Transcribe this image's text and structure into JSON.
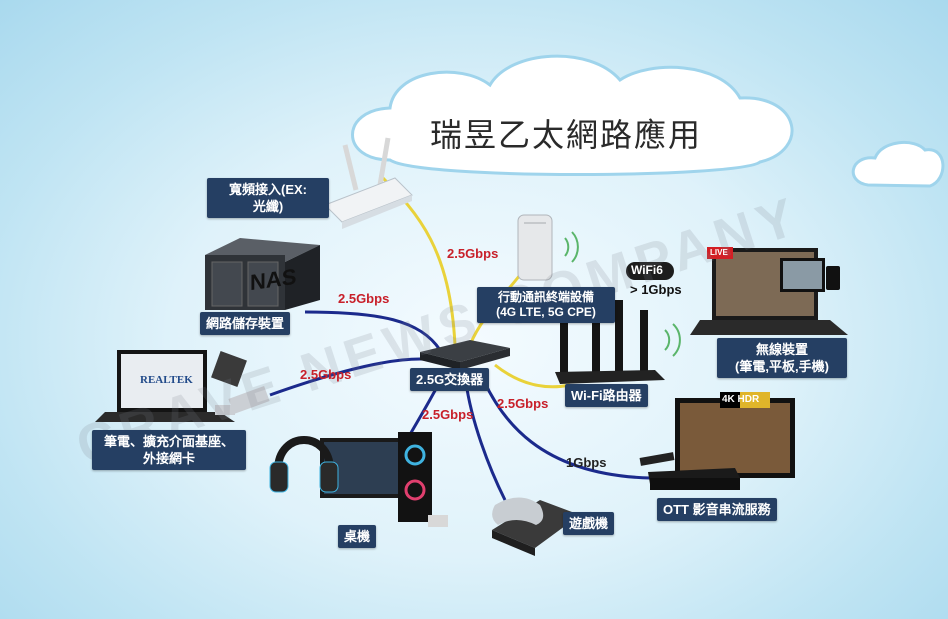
{
  "title": "瑞昱乙太網路應用",
  "hub_label": "2.5G交換器",
  "nodes": {
    "broadband": "寬頻接入(EX:\n光纖)",
    "nas": "網路儲存裝置",
    "nas_badge": "NAS",
    "laptop_nic": "筆電、擴充介面基座、\n外接網卡",
    "realtek_badge": "REALTEK",
    "desktop": "桌機",
    "console": "遊戲機",
    "cellular": "行動通訊終端設備\n(4G LTE, 5G CPE)",
    "wifi_router": "Wi-Fi路由器",
    "wireless": "無線裝置\n(筆電,平板,手機)",
    "ott": "OTT 影音串流服務",
    "wifi6_badge": "WiFi6",
    "wifi6_speed": "> 1Gbps",
    "live_badge": "LIVE",
    "hdr_badge": "4K HDR"
  },
  "links": {
    "broadband": "2.5Gbps",
    "nas": "2.5Gbps",
    "laptop": "2.5Gbps",
    "desktop": "2.5Gbps",
    "router": "2.5Gbps",
    "ott": "1Gbps"
  },
  "watermark": "CRAVE NEWS COMPANY",
  "colors": {
    "label_bg": "#253f63",
    "speed_red": "#c8202a",
    "cable_blue": "#1b2a8c",
    "cable_yellow": "#e9d23a"
  }
}
